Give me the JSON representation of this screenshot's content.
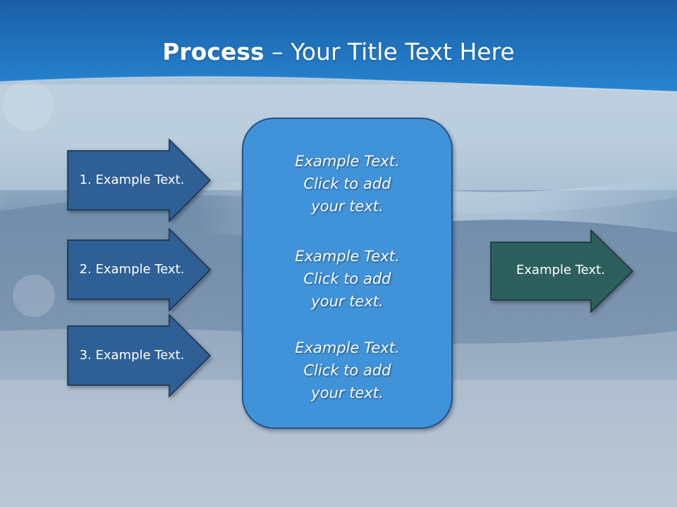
{
  "slide": {
    "title_bold": "Process",
    "title_rest": " – Your Title Text Here",
    "left_arrows": [
      {
        "label": "1. Example Text."
      },
      {
        "label": "2. Example Text."
      },
      {
        "label": "3. Example Text."
      }
    ],
    "center_box": {
      "blocks": [
        {
          "lines": [
            "Example Text.",
            "Click  to add",
            "your text."
          ]
        },
        {
          "lines": [
            "Example Text.",
            "Click  to add",
            "your text."
          ]
        },
        {
          "lines": [
            "Example Text.",
            "Click  to add",
            "your text."
          ]
        }
      ]
    },
    "right_arrow": {
      "label": "Example Text."
    }
  },
  "colors": {
    "header_blue": "#1e6fba",
    "left_arrow_fill": "#2f5f95",
    "right_arrow_fill": "#2f5f5f",
    "center_box_fill": "#3f93d9",
    "arrow_stroke": "#1a2f4a"
  }
}
